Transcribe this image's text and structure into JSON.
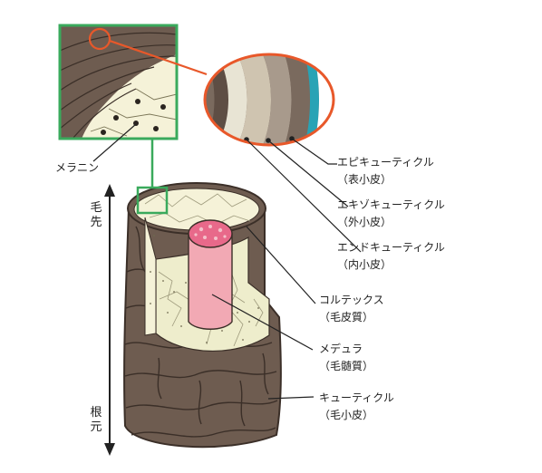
{
  "axis": {
    "top_label": "毛先",
    "bottom_label": "根元"
  },
  "inset_label": "メラニン",
  "labels": [
    {
      "name": "エピキューティクル",
      "sub": "（表小皮）"
    },
    {
      "name": "エキゾキューティクル",
      "sub": "（外小皮）"
    },
    {
      "name": "エンドキューティクル",
      "sub": "（内小皮）"
    },
    {
      "name": "コルテックス",
      "sub": "（毛皮質）"
    },
    {
      "name": "メデュラ",
      "sub": "（毛髄質）"
    },
    {
      "name": "キューティクル",
      "sub": "（毛小皮）"
    }
  ],
  "colors": {
    "inset_frame": "#3aaa5c",
    "zoom_ellipse": "#e8582a",
    "cuticle": "#6e5c50",
    "cortex": "#f5f2d8",
    "medulla": "#f2a9b4",
    "medulla_top": "#e8698a",
    "epicuticle_accent": "#29a3b5"
  }
}
